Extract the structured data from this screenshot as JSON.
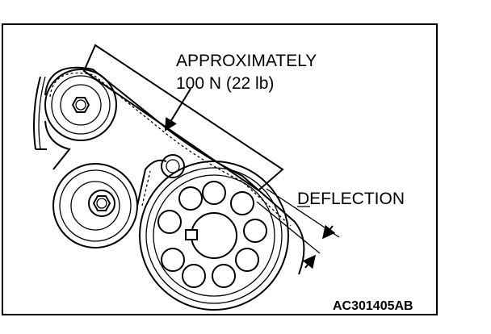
{
  "labels": {
    "force_line1": "APPROXIMATELY",
    "force_line2": "100 N (22 lb)",
    "deflection": "DEFLECTION",
    "figure_code": "AC301405AB"
  },
  "colors": {
    "ink": "#000000",
    "paper": "#ffffff"
  }
}
